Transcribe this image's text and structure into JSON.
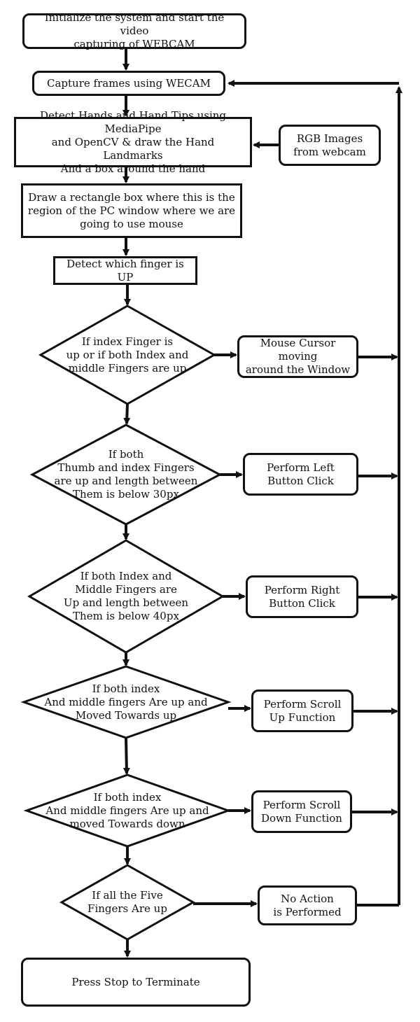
{
  "colors": {
    "stroke": "#111111",
    "background": "#ffffff"
  },
  "nodes": {
    "init": "Initialize the system and start the video\ncapturing of WEBCAM",
    "capture": "Capture frames using WECAM",
    "detect_hands": "Detect Hands and Hand Tips using MediaPipe\nand OpenCV & draw the Hand Landmarks\nAnd a box around the hand",
    "rgb_images": "RGB Images\nfrom webcam",
    "draw_rect": "Draw a rectangle box where this is the\nregion of the PC window where we are\ngoing to use mouse",
    "detect_finger": "Detect which finger is UP",
    "d1": "If index Finger is\nup or if both Index and\nmiddle Fingers are up",
    "a1": "Mouse Cursor moving\naround the Window",
    "d2": "If both\nThumb and index Fingers\nare up and length between\nThem is below 30px",
    "a2": "Perform Left\nButton Click",
    "d3": "If both Index and\nMiddle Fingers are\nUp and length between\nThem is below 40px",
    "a3": "Perform Right\nButton Click",
    "d4": "If both index\nAnd middle fingers Are up and\nMoved Towards up",
    "a4": "Perform Scroll\nUp Function",
    "d5": "If both index\nAnd middle fingers Are up and\nmoved Towards down",
    "a5": "Perform Scroll\nDown Function",
    "d6": "If all the Five\nFingers Are up",
    "a6": "No Action\nis Performed",
    "stop": "Press Stop to Terminate"
  }
}
